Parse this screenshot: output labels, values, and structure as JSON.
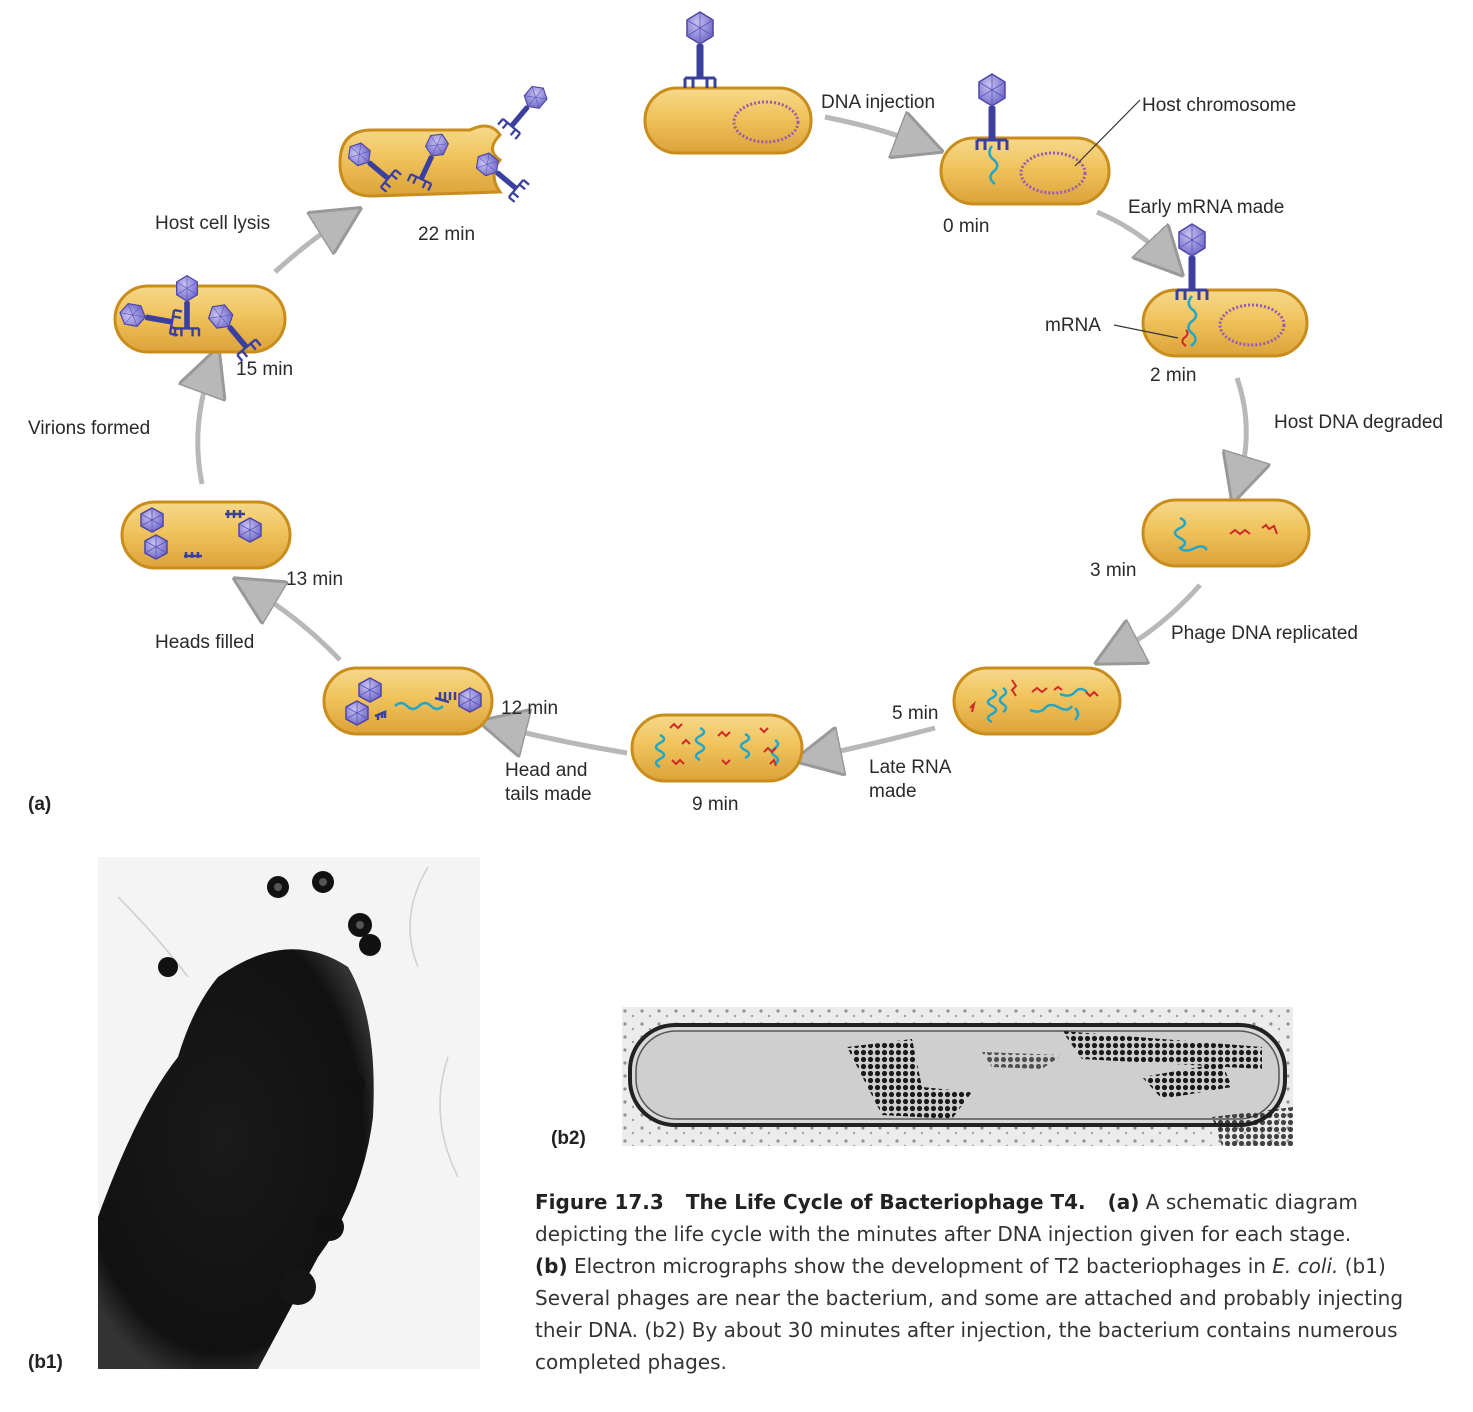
{
  "panel_a": {
    "tag": "(a)",
    "stages": [
      {
        "time": "",
        "label": "DNA injection"
      },
      {
        "time": "0 min",
        "label": "Host chromosome"
      },
      {
        "time": "2 min",
        "label": "Early mRNA made",
        "sublabel": "mRNA"
      },
      {
        "time": "3 min",
        "label": "Host DNA degraded"
      },
      {
        "time": "5 min",
        "label": "Phage DNA replicated"
      },
      {
        "time": "9 min",
        "label_lines": [
          "Late RNA",
          "made"
        ]
      },
      {
        "time": "12 min",
        "label_lines": [
          "Head and",
          "tails made"
        ]
      },
      {
        "time": "13 min",
        "label": "Heads filled"
      },
      {
        "time": "15 min",
        "label": "Virions formed"
      },
      {
        "time": "22 min",
        "label": "Host cell lysis"
      }
    ]
  },
  "panel_b": {
    "b1_tag": "(b1)",
    "b2_tag": "(b2)"
  },
  "caption": {
    "figure_label": "Figure 17.3",
    "figure_title": "The Life Cycle of Bacteriophage T4.",
    "a_tag": "(a)",
    "a_text": "A schematic diagram depicting the life cycle with the minutes after DNA injection given for each stage.",
    "b_tag": "(b)",
    "b_text_1": "Electron micrographs show the development of T2 bacteriophages in",
    "b_italic": "E. coli.",
    "b1_ref": "(b1)",
    "b1_text": "Several phages are near the bacterium, and some are attached and probably injecting their DNA.",
    "b2_ref": "(b2)",
    "b2_text": "By about 30 minutes after injection, the bacterium contains numerous completed phages."
  },
  "colors": {
    "cell_fill": "#f0c35c",
    "cell_edge": "#c98d1c",
    "phage": "#3b3f9e",
    "phage_head": "#8f86d8",
    "phage_dna": "#22a6c7",
    "mrna": "#d02828",
    "chromosome": "#9a5ab0",
    "arrow": "#b8b8b8"
  }
}
